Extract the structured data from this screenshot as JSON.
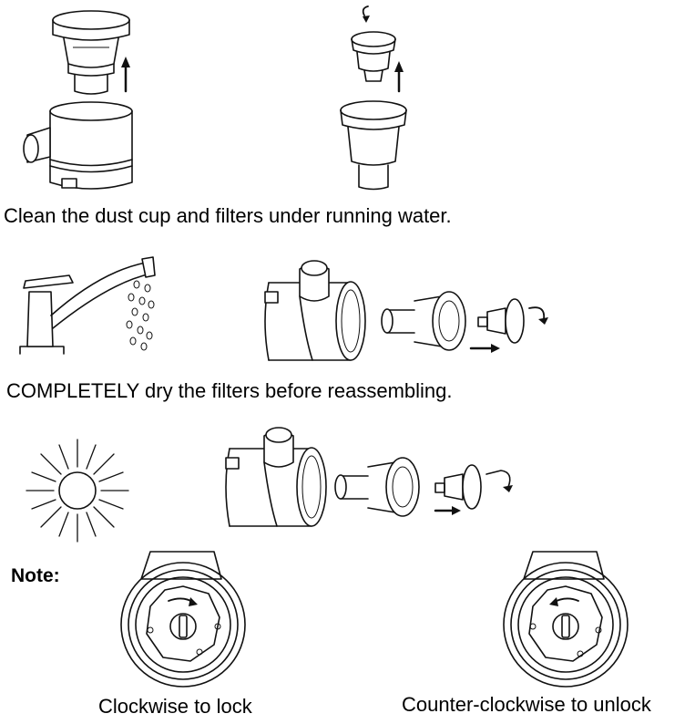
{
  "captions": {
    "clean": "Clean the dust cup and filters under running water.",
    "dry": "COMPLETELY dry the filters before reassembling.",
    "note": "Note:",
    "lock": "Clockwise to lock",
    "unlock": "Counter-clockwise to unlock"
  },
  "icons": {
    "faucet": "faucet-icon",
    "sun": "sun-icon"
  }
}
